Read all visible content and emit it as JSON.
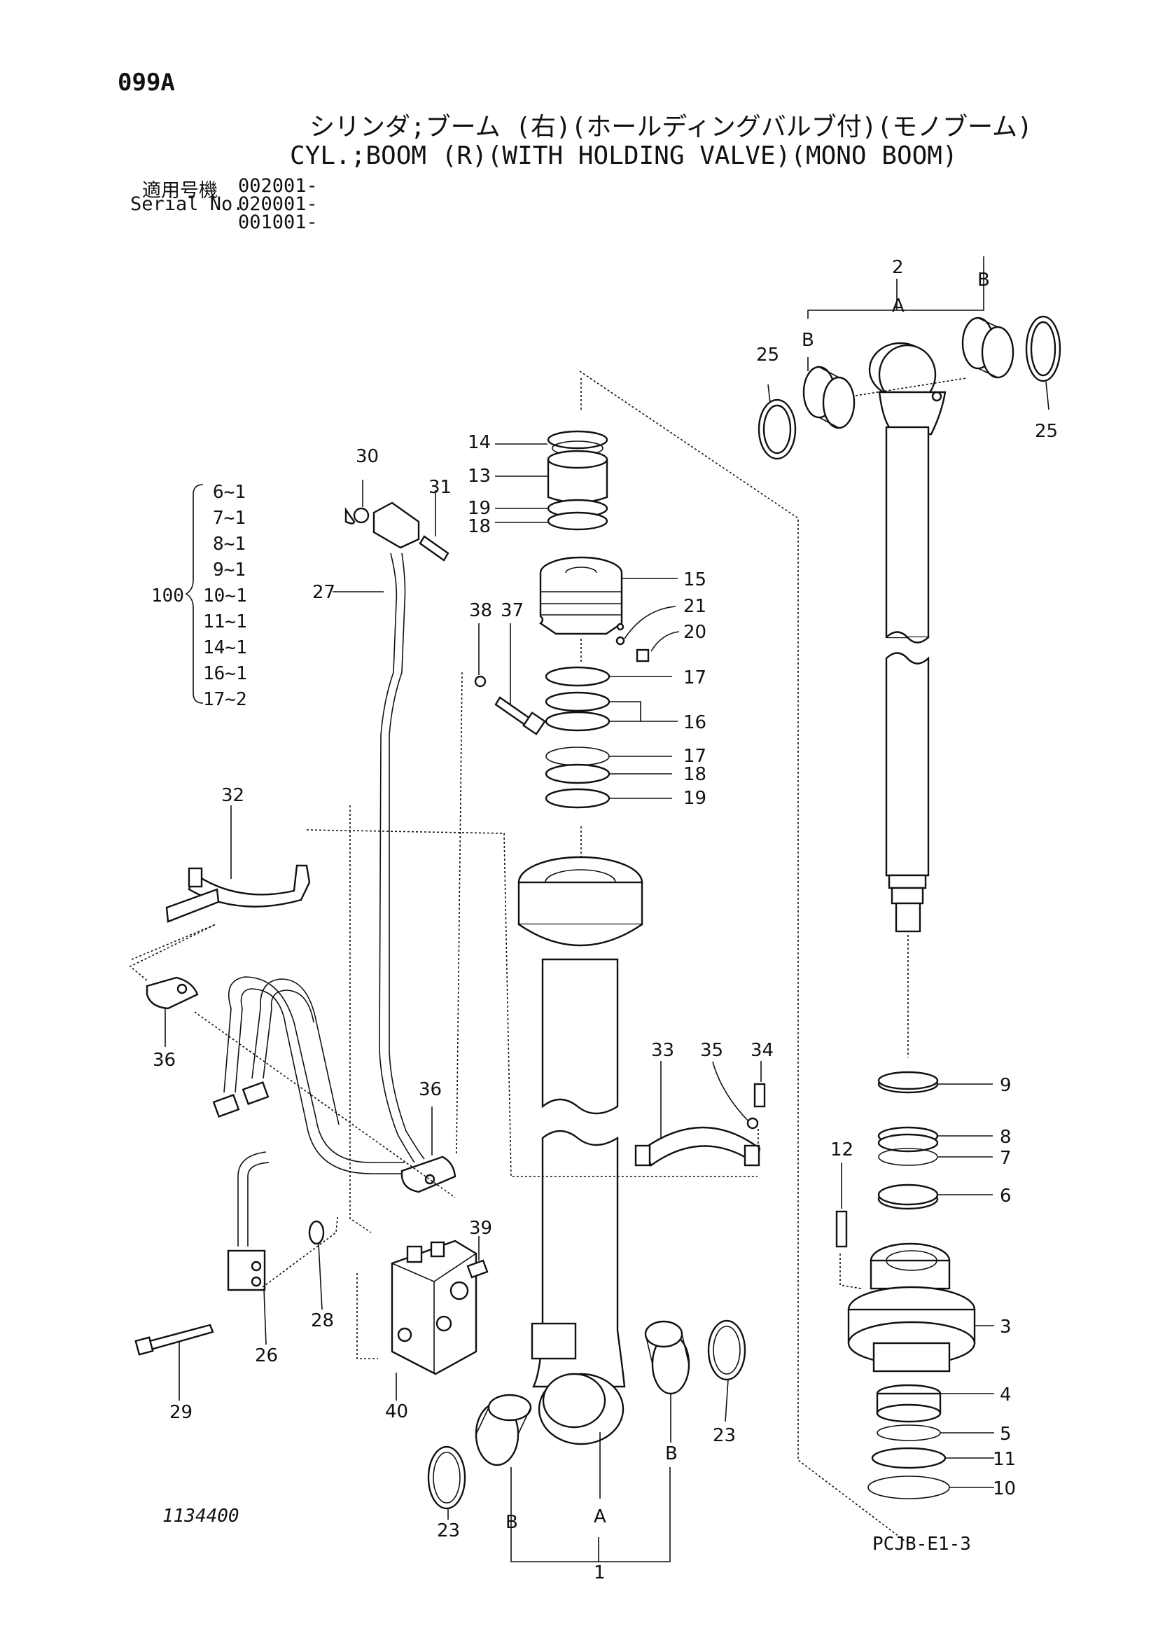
{
  "page_code": "099A",
  "title_jp": "シリンダ;ブーム (右)(ホールディングバルブ付)(モノブーム)",
  "title_en": "CYL.;BOOM (R)(WITH HOLDING VALVE)(MONO BOOM)",
  "serial": {
    "label_jp": "適用号機",
    "label_en": "Serial No.",
    "values": [
      "002001-",
      "020001-",
      "001001-"
    ]
  },
  "kit": {
    "number": "100",
    "items": [
      "6~1",
      "7~1",
      "8~1",
      "9~1",
      "10~1",
      "11~1",
      "14~1",
      "16~1",
      "17~2"
    ]
  },
  "callouts": {
    "c1": "1",
    "c2": "2",
    "c3": "3",
    "c4": "4",
    "c5": "5",
    "c6": "6",
    "c7": "7",
    "c8": "8",
    "c9": "9",
    "c10": "10",
    "c11": "11",
    "c12": "12",
    "c13": "13",
    "c14": "14",
    "c15": "15",
    "c16": "16",
    "c17a": "17",
    "c17b": "17",
    "c18a": "18",
    "c18b": "18",
    "c19a": "19",
    "c19b": "19",
    "c20": "20",
    "c21": "21",
    "c23a": "23",
    "c23b": "23",
    "c25a": "25",
    "c25b": "25",
    "c26": "26",
    "c27": "27",
    "c28": "28",
    "c29": "29",
    "c30": "30",
    "c31": "31",
    "c32": "32",
    "c33": "33",
    "c34": "34",
    "c35": "35",
    "c36a": "36",
    "c36b": "36",
    "c37": "37",
    "c38": "38",
    "c39": "39",
    "c40": "40",
    "a_rod": "A",
    "b_rod_l": "B",
    "b_rod_r": "B",
    "a_tube": "A",
    "b_tube_l": "B",
    "b_tube_r": "B"
  },
  "drawing_number": "1134400",
  "page_ref": "PCJB-E1-3"
}
